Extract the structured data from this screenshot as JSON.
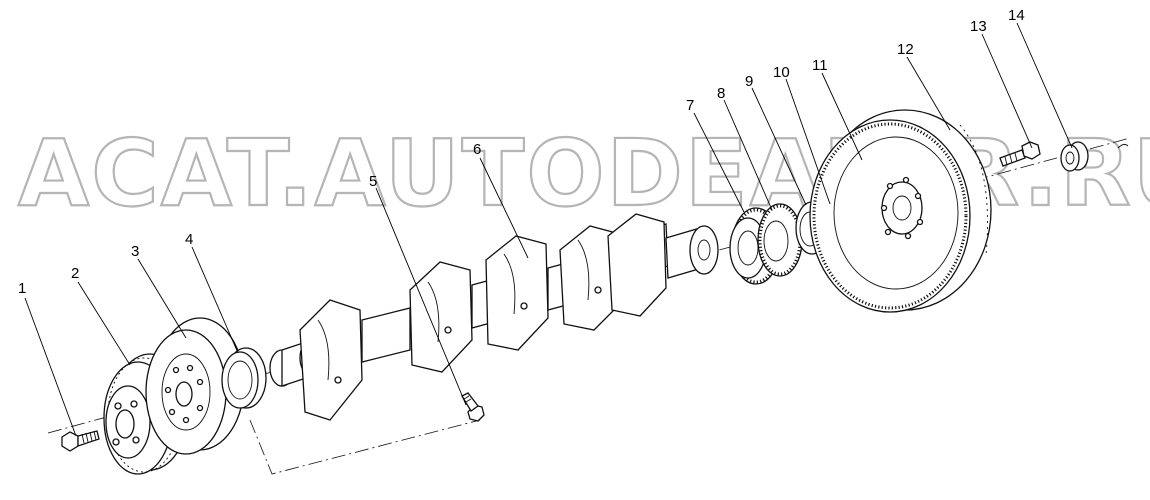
{
  "watermark": "ACAT.AUTODEALER.RU",
  "callouts": [
    "1",
    "2",
    "3",
    "4",
    "5",
    "6",
    "7",
    "8",
    "9",
    "10",
    "11",
    "12",
    "13",
    "14"
  ],
  "icons": {
    "bolt": "bolt-icon",
    "pulley": "pulley-icon",
    "damper": "damper-icon",
    "crankshaft": "crankshaft-icon",
    "gear": "gear-icon",
    "flywheel": "flywheel-icon",
    "bearing": "bearing-icon"
  }
}
